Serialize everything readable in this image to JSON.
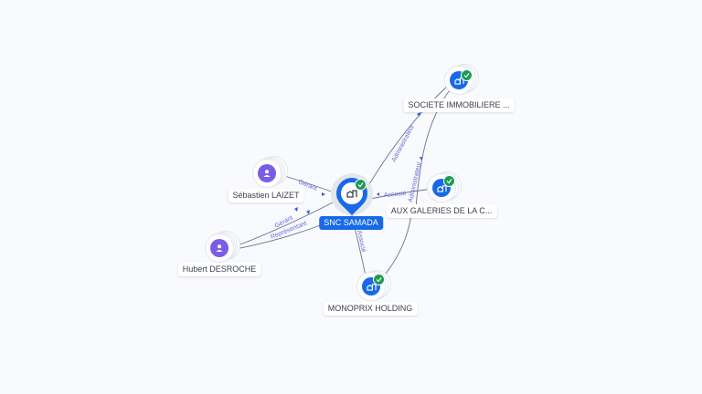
{
  "colors": {
    "background": "#f8fafd",
    "company": "#1769e8",
    "person": "#7b5ce6",
    "verified": "#1e9b52",
    "edge": "#6e6f8c",
    "edge_label": "#6a6ad8"
  },
  "center": {
    "label": "SNC SAMADA",
    "icon": "building-icon",
    "verified": true
  },
  "nodes": [
    {
      "id": "societe",
      "label": "SOCIETE IMMOBILIERE ...",
      "type": "company",
      "icon": "building-icon",
      "verified": true
    },
    {
      "id": "galeries",
      "label": "AUX GALERIES DE LA C...",
      "type": "company",
      "icon": "building-icon",
      "verified": true
    },
    {
      "id": "monoprix",
      "label": "MONOPRIX HOLDING",
      "type": "company",
      "icon": "building-icon",
      "verified": true
    },
    {
      "id": "laizet",
      "label": "Sébastien LAIZET",
      "type": "person",
      "icon": "person-icon",
      "verified": false
    },
    {
      "id": "desroche",
      "label": "Hubert DESROCHE",
      "type": "person",
      "icon": "person-icon",
      "verified": false
    }
  ],
  "edges": [
    {
      "from": "laizet",
      "to": "center",
      "label": "Gérant"
    },
    {
      "from": "desroche",
      "to": "center",
      "label": "Gérant"
    },
    {
      "from": "desroche",
      "to": "center",
      "label": "Représentant"
    },
    {
      "from": "societe",
      "to": "center",
      "label": "Administrateur"
    },
    {
      "from": "galeries",
      "to": "center",
      "label": "Associé"
    },
    {
      "from": "monoprix",
      "to": "center",
      "label": "Associé"
    },
    {
      "from": "societe",
      "to": "galeries",
      "label": "Administrateur"
    },
    {
      "from": "monoprix",
      "to": "galeries",
      "label": ""
    }
  ]
}
